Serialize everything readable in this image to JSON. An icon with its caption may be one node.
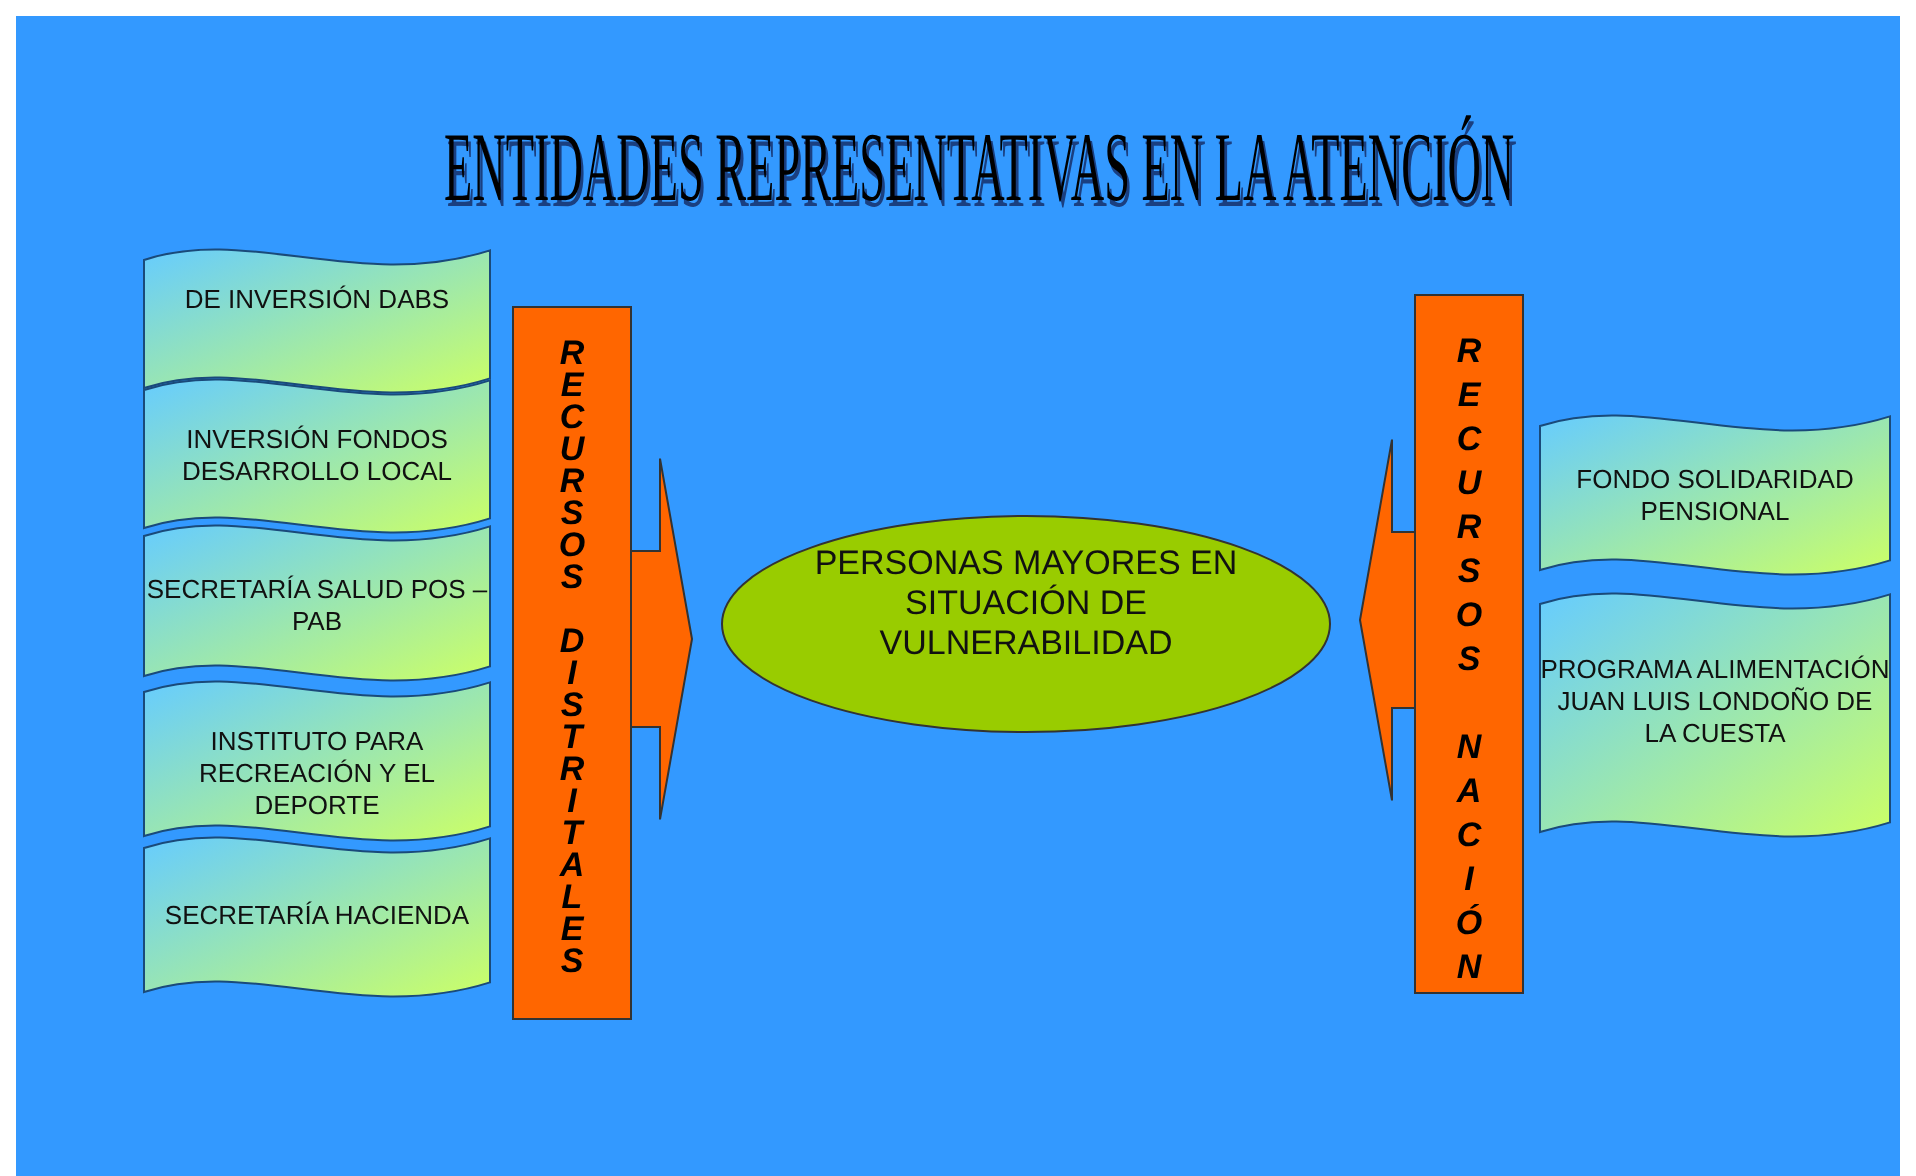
{
  "diagram": {
    "title": "ENTIDADES REPRESENTATIVAS EN LA ATENCIÓN",
    "nodes": [
      {
        "text": [
          "DE INVERSIÓN DABS"
        ]
      },
      {
        "text": [
          "INVERSIÓN FONDOS DESARROLLO LOCAL"
        ]
      },
      {
        "text": [
          "SECRETARÍA SALUD POS – PAB"
        ]
      },
      {
        "text": [
          "INSTITUTO PARA RECREACIÓN Y EL DEPORTE"
        ]
      },
      {
        "text": [
          "SECRETARÍA HACIENDA"
        ]
      },
      {
        "text": [
          "RECURSOS DISTRITALES"
        ]
      },
      {
        "text": [
          "PERSONAS MAYORES EN SITUACIÓN DE VULNERABILIDAD"
        ]
      },
      {
        "text": [
          "RECURSOS NACIÓN"
        ]
      },
      {
        "text": [
          "FONDO SOLIDARIDAD PENSIONAL"
        ]
      },
      {
        "text": [
          "PROGRAMA ALIMENTACIÓN JUAN LUIS LONDOÑO DE LA CUESTA"
        ]
      }
    ],
    "edges": [
      {
        "from": 5,
        "to": 6,
        "arrow": "to",
        "style": "thick"
      },
      {
        "from": 7,
        "to": 6,
        "arrow": "to",
        "style": "thick"
      }
    ]
  }
}
